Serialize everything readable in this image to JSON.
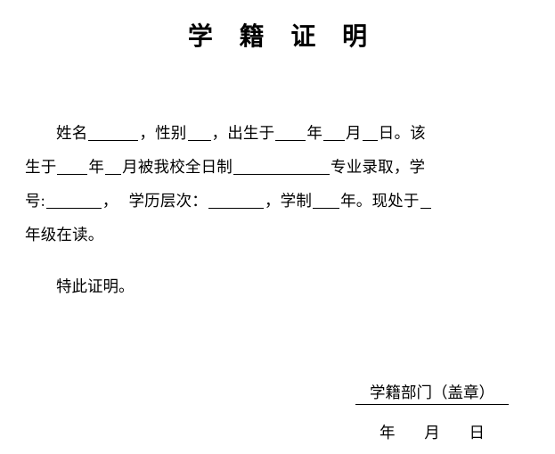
{
  "document": {
    "title": "学 籍 证 明",
    "background_color": "#ffffff",
    "text_color": "#000000"
  },
  "body": {
    "line1": {
      "label_name": "姓名",
      "sep1": "，",
      "label_sex": "性别",
      "sep2": "，",
      "label_birth": "出生于",
      "unit_year": "年",
      "unit_month": "月",
      "unit_day": "日",
      "period": "。",
      "carry": "该"
    },
    "line2": {
      "lead": "生于",
      "unit_year": "年",
      "unit_month": "月",
      "mid": "被我校全日制",
      "label_major": "专业录取",
      "comma": "，",
      "carry": "学"
    },
    "line3": {
      "label_sid": "号:",
      "comma1": "，",
      "label_level": "学历层次：",
      "comma2": "，",
      "label_length": "学制",
      "unit_year": "年",
      "period": "。",
      "label_now": "现处于"
    },
    "line4": {
      "text": "年级在读。"
    },
    "note": "特此证明。"
  },
  "footer": {
    "department": "学籍部门（盖章）",
    "date_line": "年  月  日"
  }
}
